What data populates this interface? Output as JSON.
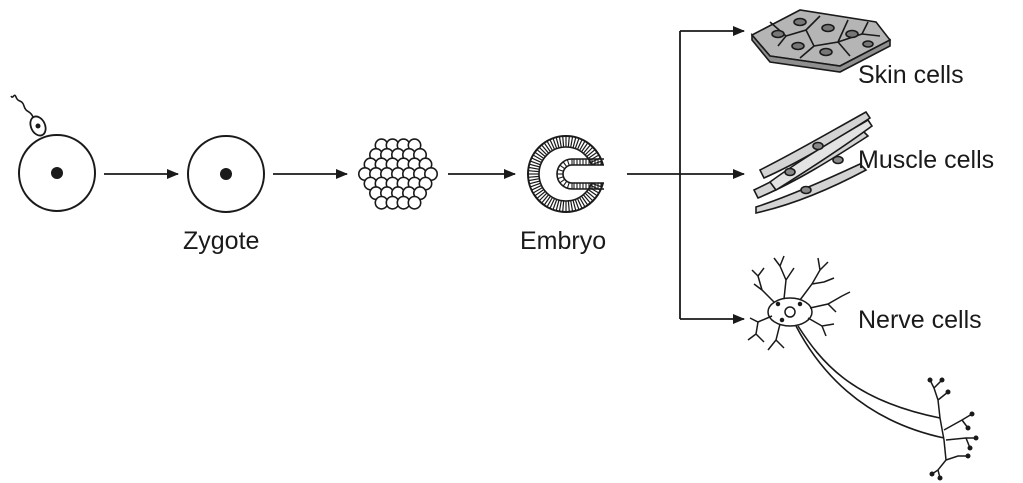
{
  "labels": {
    "zygote": "Zygote",
    "embryo": "Embryo",
    "skin_cells": "Skin cells",
    "muscle_cells": "Muscle cells",
    "nerve_cells": "Nerve cells"
  },
  "stages": [
    "egg-and-sperm",
    "zygote",
    "cell-cluster",
    "embryo"
  ],
  "cell_types": [
    "skin",
    "muscle",
    "nerve"
  ],
  "colors": {
    "ink": "#1a1a1a",
    "skin_fill": "#a8a8a8",
    "muscle_fill": "#cfcfcf"
  }
}
